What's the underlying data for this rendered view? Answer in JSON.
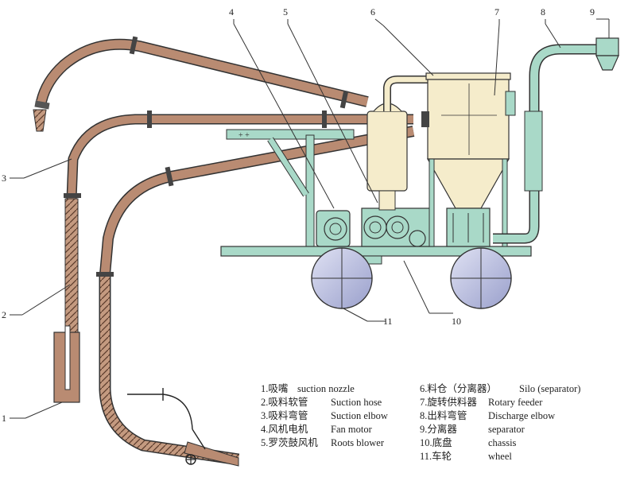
{
  "callouts": [
    "1",
    "2",
    "3",
    "4",
    "5",
    "6",
    "7",
    "8",
    "9",
    "10",
    "11"
  ],
  "legend": {
    "left": [
      {
        "num": "1.",
        "cn": "吸嘴",
        "en": "suction nozzle"
      },
      {
        "num": "2.",
        "cn": "吸料软管",
        "en": "Suction hose"
      },
      {
        "num": "3.",
        "cn": "吸料弯管",
        "en": "Suction elbow"
      },
      {
        "num": "4.",
        "cn": "风机电机",
        "en": "Fan motor"
      },
      {
        "num": "5.",
        "cn": "罗茨鼓风机",
        "en": "Roots blower"
      }
    ],
    "right": [
      {
        "num": "6.",
        "cn": "料仓（分离器）",
        "en": "Silo (separator)"
      },
      {
        "num": "7.",
        "cn": "旋转供料器",
        "en": "Rotary feeder"
      },
      {
        "num": "8.",
        "cn": "出料弯管",
        "en": "Discharge elbow"
      },
      {
        "num": "9.",
        "cn": "分离器",
        "en": "separator"
      },
      {
        "num": "10.",
        "cn": "底盘",
        "en": "chassis"
      },
      {
        "num": "11.",
        "cn": "车轮",
        "en": "wheel"
      }
    ]
  },
  "colors": {
    "pipe": "#b98b72",
    "pipe_dark": "#6b4a3a",
    "frame": "#a9d9c8",
    "silo": "#f5eccb",
    "wheel": "#c9cdea",
    "outline": "#333333"
  }
}
